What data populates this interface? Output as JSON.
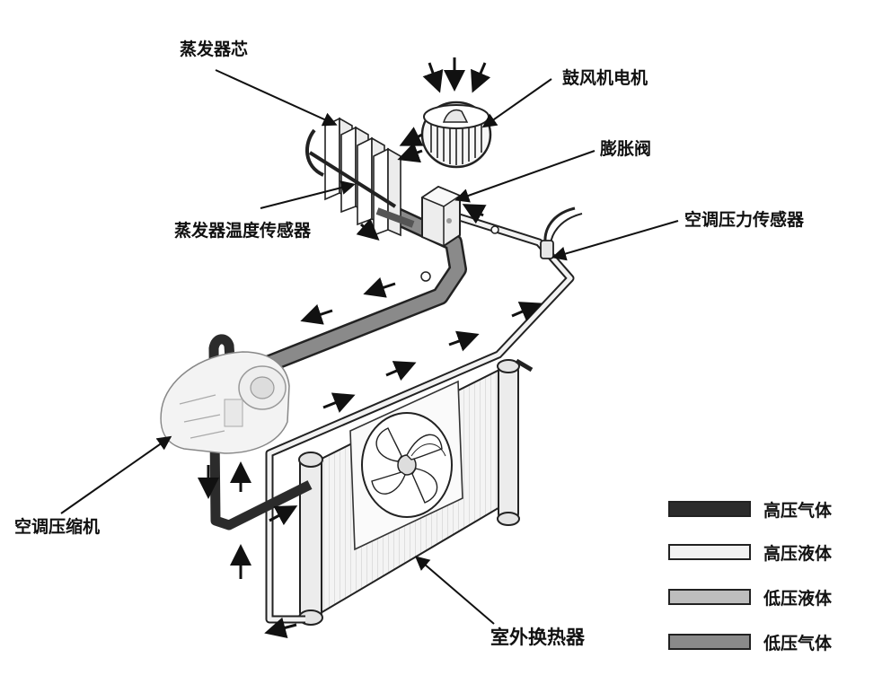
{
  "labels": {
    "evaporator_core": "蒸发器芯",
    "blower_motor": "鼓风机电机",
    "expansion_valve": "膨胀阀",
    "pressure_sensor": "空调压力传感器",
    "evaporator_temp_sensor": "蒸发器温度传感器",
    "compressor": "空调压缩机",
    "outdoor_heat_exchanger": "室外换热器"
  },
  "legend": [
    {
      "label": "高压气体",
      "color": "#2b2b2b"
    },
    {
      "label": "高压液体",
      "color": "#f2f2f2"
    },
    {
      "label": "低压液体",
      "color": "#bdbdbd"
    },
    {
      "label": "低压气体",
      "color": "#8a8a8a"
    }
  ],
  "colors": {
    "high_pressure_gas": "#2b2b2b",
    "high_pressure_liquid": "#f2f2f2",
    "low_pressure_liquid": "#bdbdbd",
    "low_pressure_gas": "#8a8a8a",
    "outline": "#1a1a1a"
  }
}
